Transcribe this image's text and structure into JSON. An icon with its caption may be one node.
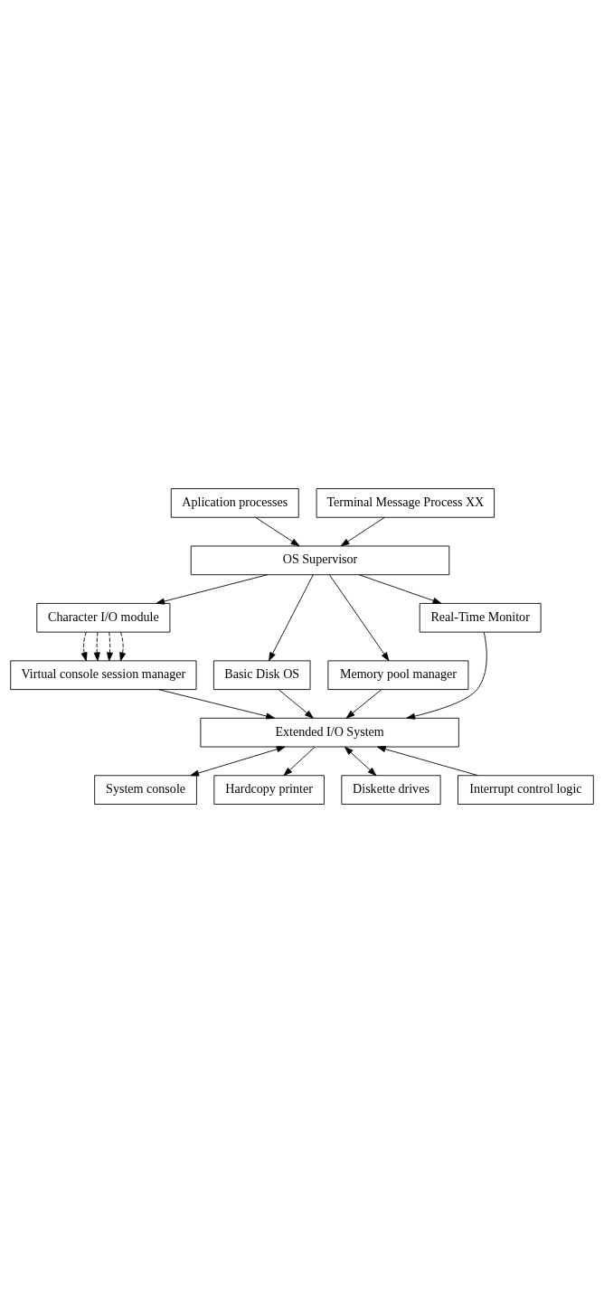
{
  "diagram": {
    "nodes": [
      {
        "text": [
          "Aplication processes"
        ]
      },
      {
        "text": [
          "Terminal Message Process XX"
        ]
      },
      {
        "text": [
          "OS Supervisor"
        ]
      },
      {
        "text": [
          "Character I/O module"
        ]
      },
      {
        "text": [
          "Basic Disk OS"
        ]
      },
      {
        "text": [
          "Memory pool manager"
        ]
      },
      {
        "text": [
          "Real-Time Monitor"
        ]
      },
      {
        "text": [
          "Virtual console session manager"
        ]
      },
      {
        "text": [
          "Extended I/O System"
        ]
      },
      {
        "text": [
          "System console"
        ]
      },
      {
        "text": [
          "Hardcopy printer"
        ]
      },
      {
        "text": [
          "Diskette drives"
        ]
      },
      {
        "text": [
          "Interrupt control logic"
        ]
      }
    ],
    "edges": [
      {
        "from": 0,
        "to": 2,
        "arrow": "to"
      },
      {
        "from": 1,
        "to": 2,
        "arrow": "to"
      },
      {
        "from": 2,
        "to": 3,
        "arrow": "to"
      },
      {
        "from": 2,
        "to": 4,
        "arrow": "to"
      },
      {
        "from": 2,
        "to": 5,
        "arrow": "to"
      },
      {
        "from": 2,
        "to": 6,
        "arrow": "to"
      },
      {
        "from": 3,
        "to": 7,
        "arrow": "to",
        "style": "dashed"
      },
      {
        "from": 3,
        "to": 7,
        "arrow": "to",
        "style": "dashed"
      },
      {
        "from": 3,
        "to": 7,
        "arrow": "to",
        "style": "dashed"
      },
      {
        "from": 3,
        "to": 7,
        "arrow": "to",
        "style": "dashed"
      },
      {
        "from": 7,
        "to": 8,
        "arrow": "to"
      },
      {
        "from": 4,
        "to": 8,
        "arrow": "to"
      },
      {
        "from": 5,
        "to": 8,
        "arrow": "to"
      },
      {
        "from": 6,
        "to": 8,
        "arrow": "to"
      },
      {
        "from": 8,
        "to": 9,
        "arrow": "both"
      },
      {
        "from": 8,
        "to": 10,
        "arrow": "to"
      },
      {
        "from": 8,
        "to": 11,
        "arrow": "both"
      },
      {
        "from": 12,
        "to": 8,
        "arrow": "to"
      }
    ]
  }
}
